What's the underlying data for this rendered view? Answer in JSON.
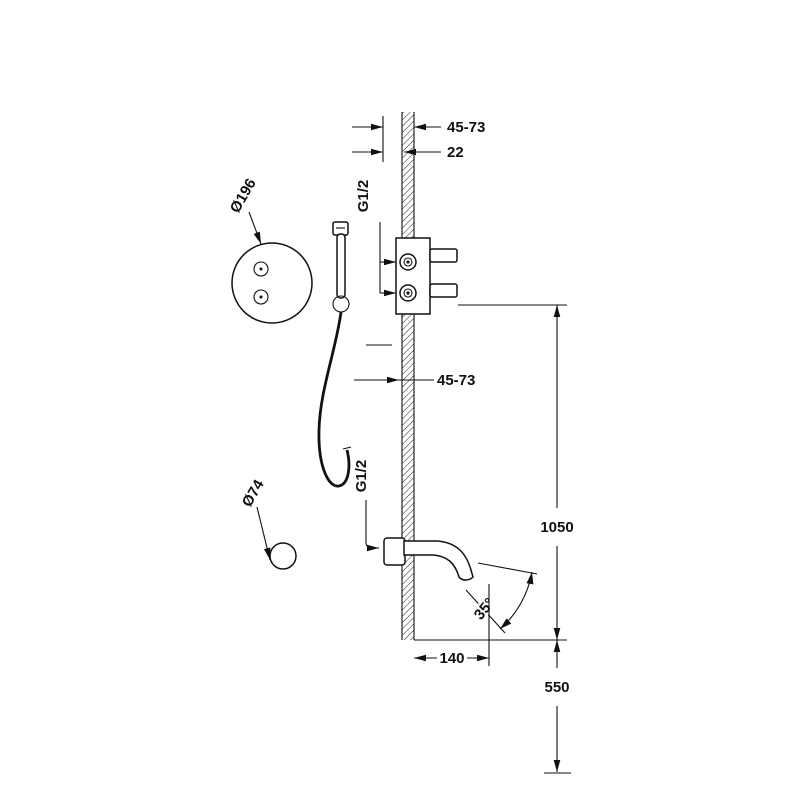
{
  "drawing": {
    "background": "#ffffff",
    "line_color": "#111111",
    "dims": {
      "top_offset": "45-73",
      "wall_thickness": "22",
      "mid_offset": "45-73",
      "valve_height": "1050",
      "spout_reach": "140",
      "spout_floor_height": "550",
      "spout_angle": "35°"
    },
    "threads": {
      "top": "G1/2",
      "bottom": "G1/2"
    },
    "diameters": {
      "plate": "Ø196",
      "flange": "Ø74"
    }
  }
}
